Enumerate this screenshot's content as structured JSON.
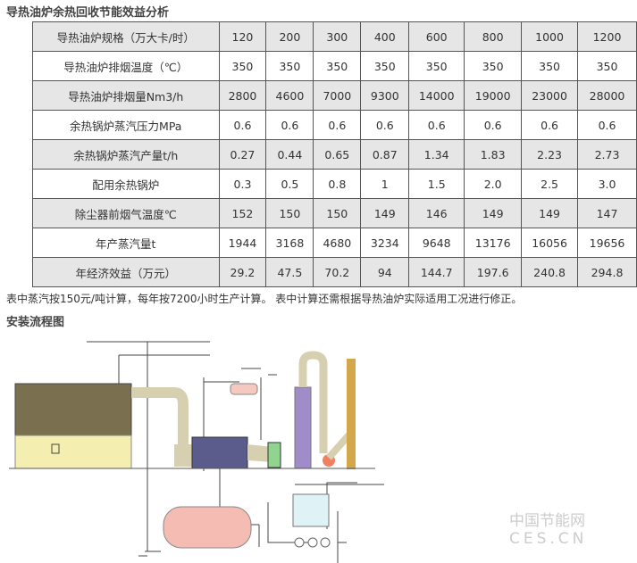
{
  "title": "导热油炉余热回收节能效益分析",
  "table": {
    "rows": [
      {
        "label": "导热油炉规格（万大卡/时）",
        "values": [
          "120",
          "200",
          "300",
          "400",
          "600",
          "800",
          "1000",
          "1200"
        ]
      },
      {
        "label": "导热油炉排烟温度（℃）",
        "values": [
          "350",
          "350",
          "350",
          "350",
          "350",
          "350",
          "350",
          "350"
        ]
      },
      {
        "label": "导热油炉排烟量Nm3/h",
        "values": [
          "2800",
          "4600",
          "7000",
          "9300",
          "14000",
          "19000",
          "23000",
          "28000"
        ]
      },
      {
        "label": "余热锅炉蒸汽压力MPa",
        "values": [
          "0.6",
          "0.6",
          "0.6",
          "0.6",
          "0.6",
          "0.6",
          "0.6",
          "0.6"
        ]
      },
      {
        "label": "余热锅炉蒸汽产量t/h",
        "values": [
          "0.27",
          "0.44",
          "0.65",
          "0.87",
          "1.34",
          "1.83",
          "2.23",
          "2.73"
        ]
      },
      {
        "label": "配用余热锅炉",
        "values": [
          "0.3",
          "0.5",
          "0.8",
          "1",
          "1.5",
          "2.0",
          "2.5",
          "3.0"
        ]
      },
      {
        "label": "除尘器前烟气温度℃",
        "values": [
          "152",
          "150",
          "150",
          "149",
          "146",
          "149",
          "149",
          "147"
        ]
      },
      {
        "label": "年产蒸汽量t",
        "values": [
          "1944",
          "3168",
          "4680",
          "3234",
          "9648",
          "13176",
          "16056",
          "19656"
        ]
      },
      {
        "label": "年经济效益（万元）",
        "values": [
          "29.2",
          "47.5",
          "70.2",
          "94",
          "144.7",
          "197.6",
          "240.8",
          "294.8"
        ]
      }
    ]
  },
  "note": "表中蒸汽按150元/吨计算，每年按7200小时生产计算。 表中计算还需根据导热油炉实际适用工况进行修正。",
  "subtitle": "安装流程图",
  "watermark": {
    "cn": "中国节能网",
    "en": "CES.CN"
  }
}
